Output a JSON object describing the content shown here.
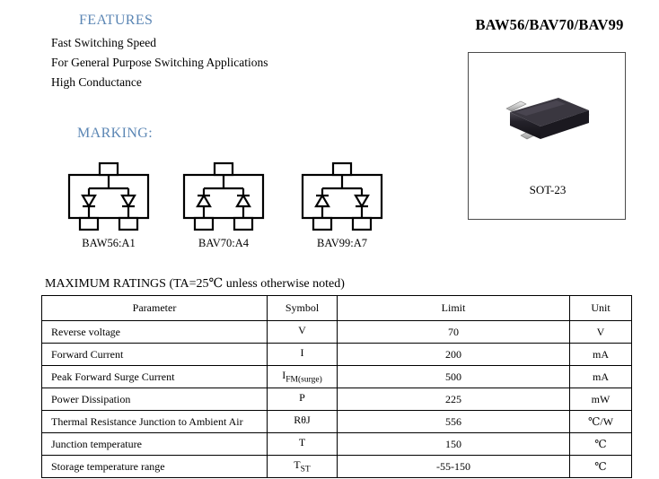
{
  "colors": {
    "heading_blue": "#5b86b4",
    "rule_black": "#000000",
    "box_border": "#4b4b4b"
  },
  "part_title": "BAW56/BAV70/BAV99",
  "features": {
    "heading": "FEATURES",
    "items": [
      "Fast Switching Speed",
      "For General Purpose Switching Applications",
      "High Conductance"
    ]
  },
  "marking": {
    "heading": "MARKING:",
    "items": [
      {
        "label": "BAW56:A1",
        "config": "common-anode"
      },
      {
        "label": "BAV70:A4",
        "config": "common-cathode"
      },
      {
        "label": "BAV99:A7",
        "config": "series"
      }
    ]
  },
  "package": {
    "caption": "SOT-23"
  },
  "ratings": {
    "caption": "MAXIMUM RATINGS (TA=25℃  unless otherwise noted)",
    "headers": [
      "Parameter",
      "Symbol",
      "Limit",
      "Unit"
    ],
    "rows": [
      {
        "parameter": "Reverse voltage",
        "symbol": "V",
        "symbol_sub": "",
        "limit": "70",
        "unit": "V"
      },
      {
        "parameter": "Forward Current",
        "symbol": "I",
        "symbol_sub": "",
        "limit": "200",
        "unit": "mA"
      },
      {
        "parameter": "Peak Forward Surge Current",
        "symbol": "I",
        "symbol_sub": "FM(surge)",
        "limit": "500",
        "unit": "mA"
      },
      {
        "parameter": "Power Dissipation",
        "symbol": "P",
        "symbol_sub": "",
        "limit": "225",
        "unit": "mW"
      },
      {
        "parameter": "Thermal Resistance Junction to Ambient Air",
        "symbol": "RθJ",
        "symbol_sub": "",
        "limit": "556",
        "unit": "℃/W"
      },
      {
        "parameter": "Junction temperature",
        "symbol": "T",
        "symbol_sub": "",
        "limit": "150",
        "unit": "℃"
      },
      {
        "parameter": "Storage temperature range",
        "symbol": "T",
        "symbol_sub": "ST",
        "limit": "-55-150",
        "unit": "℃"
      }
    ]
  }
}
